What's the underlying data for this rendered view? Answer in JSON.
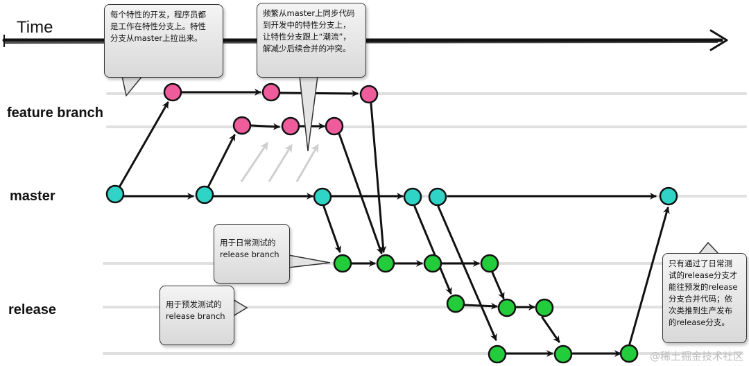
{
  "time_label": "Time",
  "lanes": {
    "feature": "feature branch",
    "master": "master",
    "release": "release"
  },
  "callouts": {
    "feature_dev": "每个特性的开发，程序员都\n是工作在特性分支上。特性\n分支从master上拉出来。",
    "sync": "频繁从master上同步代码\n到开发中的特性分支上，\n让特性分支跟上“潮流”，\n解减少后续合并的冲突。",
    "daily_test": "用于日常测试的\nrelease branch",
    "pre_release": "用于预发测试的\nrelease branch",
    "release_note": "只有通过了日常测\n试的release分支才\n能往预发的release\n分支合并代码；依\n次类推到生产发布\n的release分支。"
  },
  "watermark": "@稀土掘金技术社区",
  "colors": {
    "feature_commit": "#ee5c9c",
    "master_commit": "#2fd4c6",
    "release_commit": "#22cc3a",
    "arrow": "#111111",
    "lane_line": "#d6d6d6",
    "sync_arrow": "#cccccc"
  }
}
